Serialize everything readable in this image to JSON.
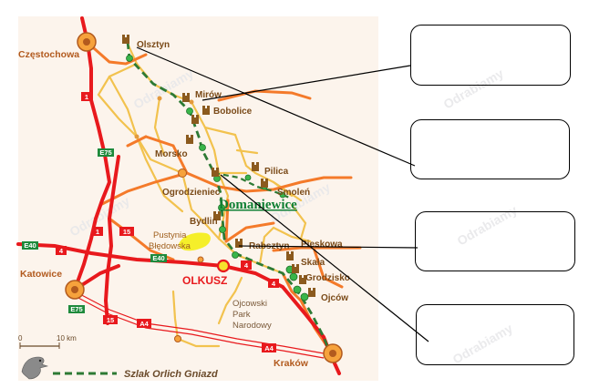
{
  "places": {
    "czestochowa": "Częstochowa",
    "olsztyn": "Olsztyn",
    "mirow": "Mirów",
    "bobolice": "Bobolice",
    "morsko": "Morsko",
    "pilica": "Pilica",
    "smolen": "Smoleń",
    "ogrodzieniec": "Ogrodzieniec",
    "domaniewice": "Domaniewice",
    "bydlin": "Bydlin",
    "pustynia_line1": "Pustynia",
    "pustynia_line2": "Błędowska",
    "rabsztyn": "Rabsztyn",
    "pieskowa": "Pieskowa",
    "skala": "Skała",
    "grodzisko": "Grodzisko",
    "ojcow": "Ojców",
    "olkusz": "OLKUSZ",
    "katowice": "Katowice",
    "krakow": "Kraków",
    "park_line1": "Ojcowski",
    "park_line2": "Park",
    "park_line3": "Narodowy"
  },
  "road_signs": {
    "r1": "1",
    "r1b": "1",
    "e75": "E75",
    "e75b": "E75",
    "e40": "E40",
    "e40b": "E40",
    "r4": "4",
    "r4b": "4",
    "r4c": "4",
    "r15": "15",
    "r15b": "15",
    "a4": "A4",
    "a4b": "A4"
  },
  "scale": {
    "zero": "0",
    "ten": "10 km"
  },
  "legend": {
    "trail": "Szlak Orlich Gniazd"
  },
  "watermark": "Odrabiamy",
  "colors": {
    "main_road": "#e8191d",
    "secondary_road": "#f47a2a",
    "local_road": "#f2c24e",
    "trail": "#2d7a34",
    "label": "#b25a1e",
    "domaniewice": "#0e7f33",
    "city_marker": "#f6a23c",
    "desert": "#f5ef2a",
    "panel": "#fcf4ec"
  },
  "answer_boxes": [
    "",
    "",
    "",
    ""
  ]
}
